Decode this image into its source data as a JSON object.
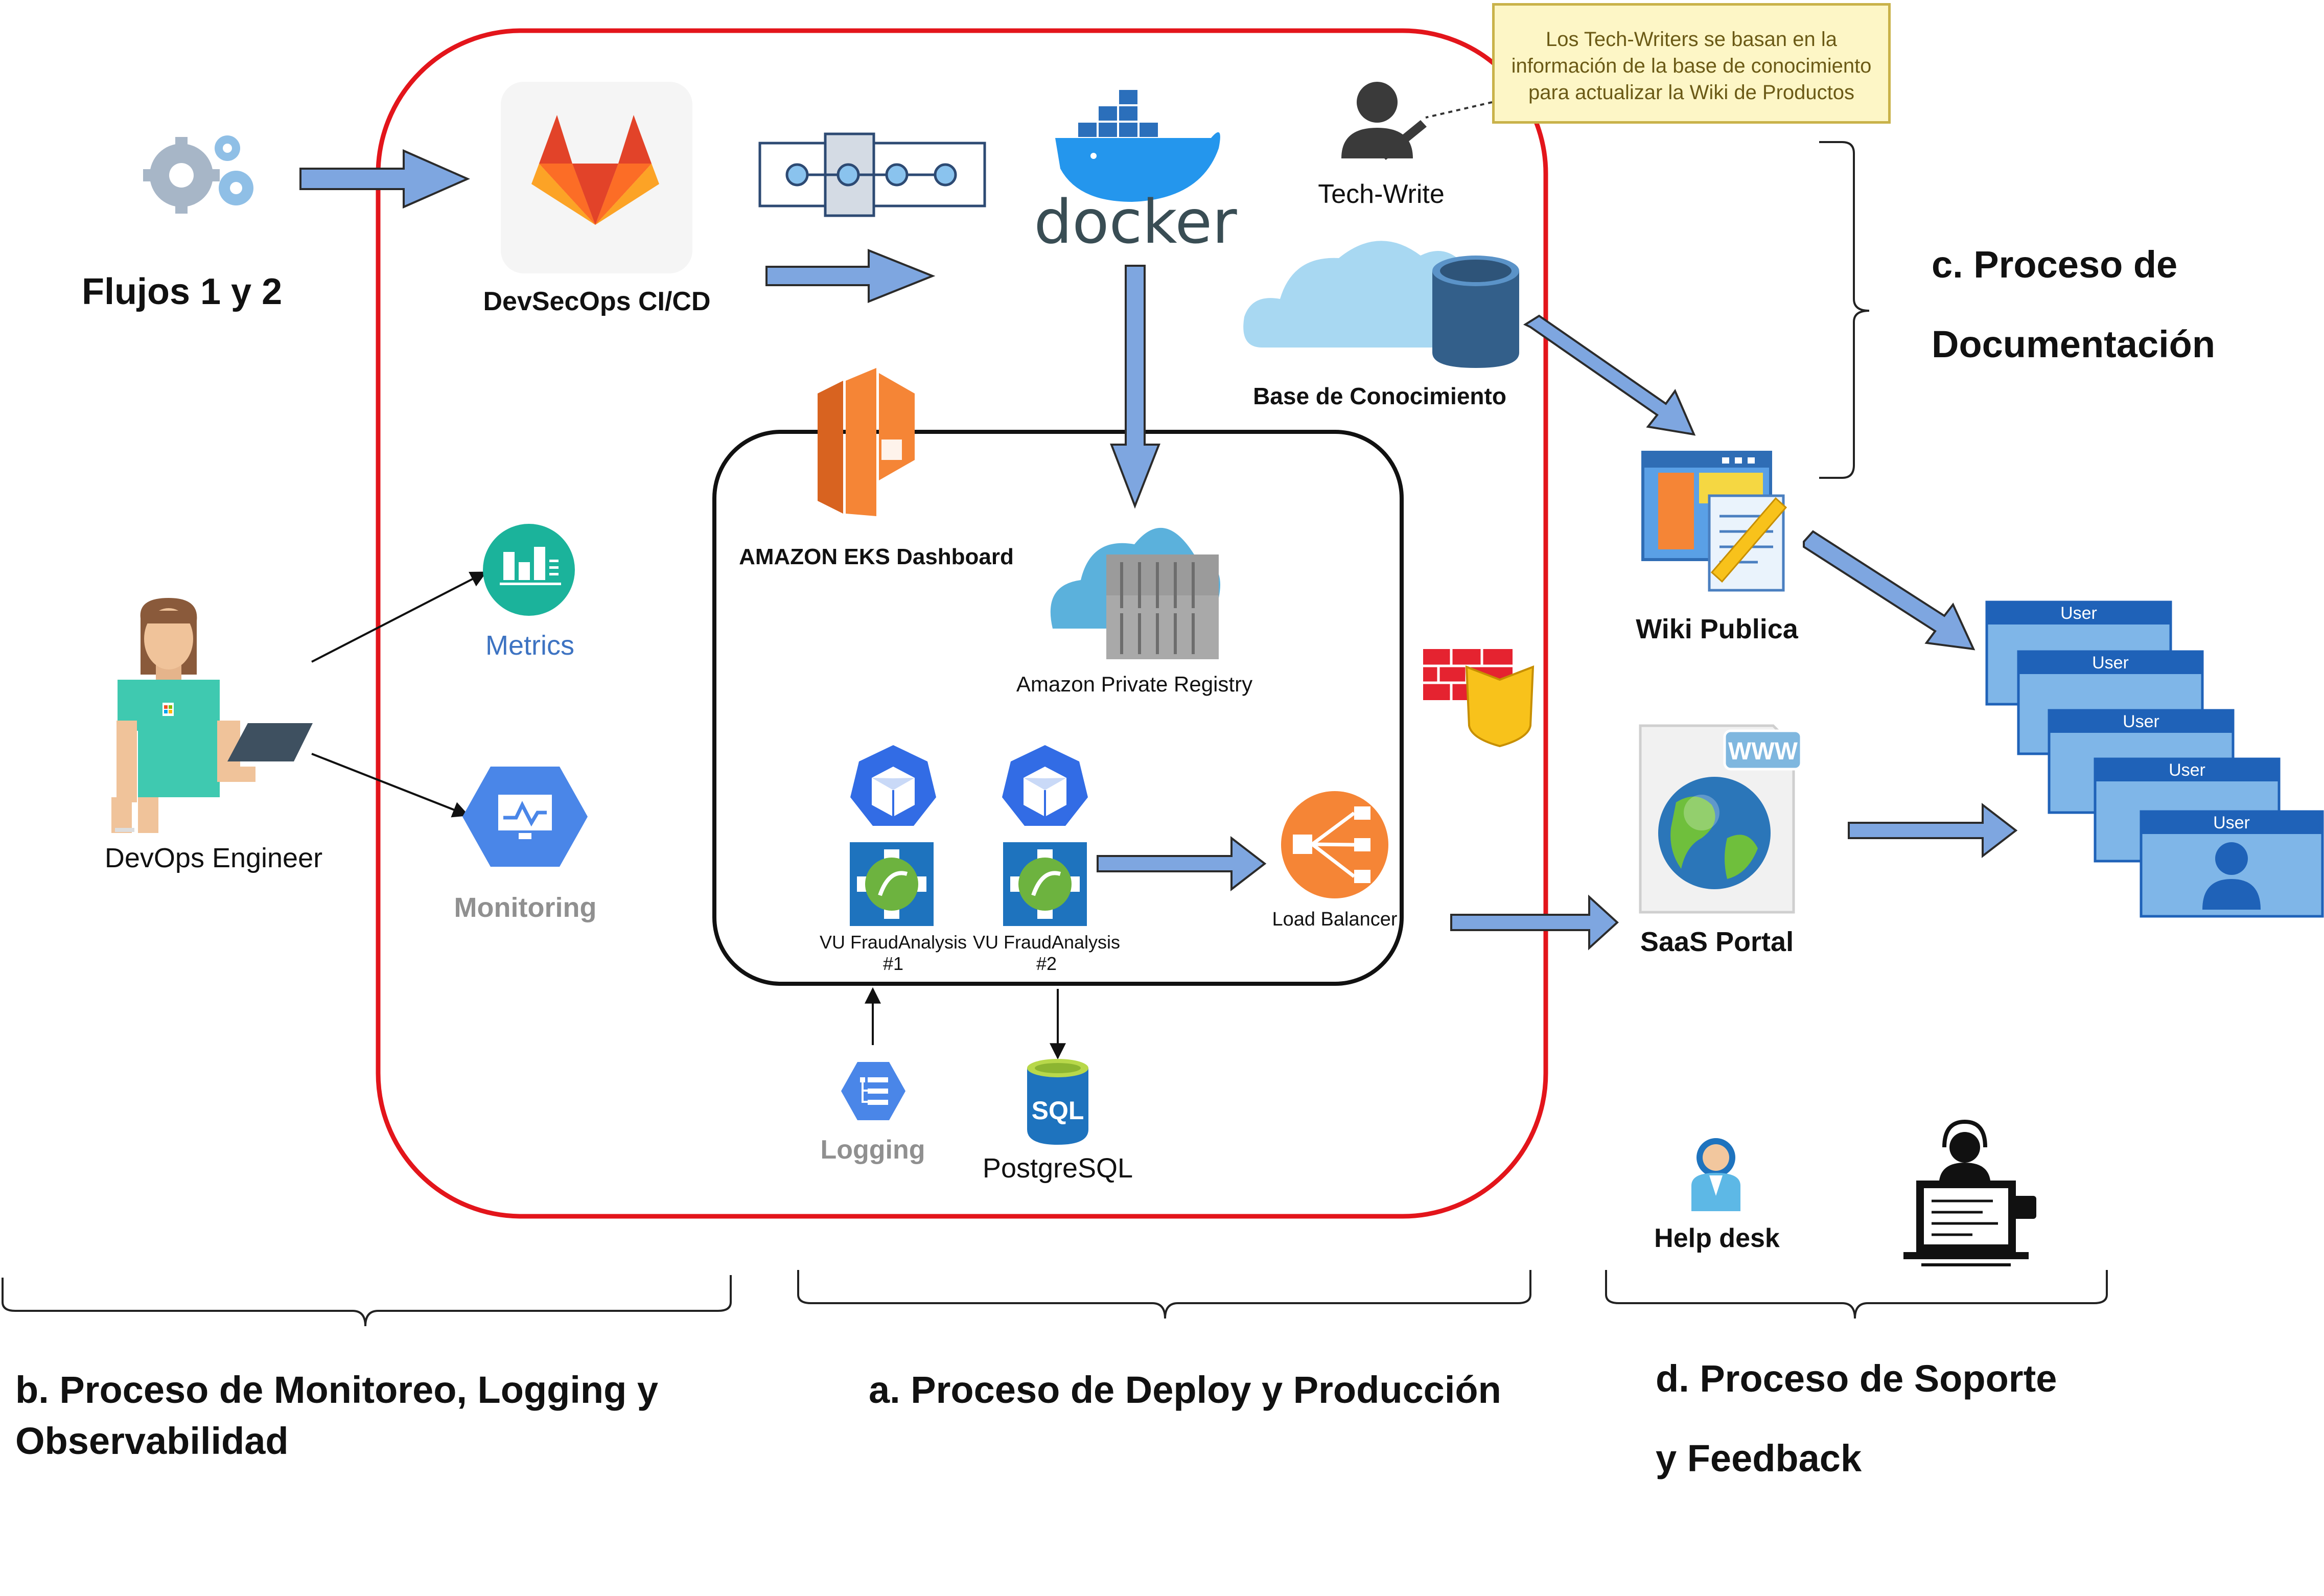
{
  "labels": {
    "flujos": "Flujos 1 y 2",
    "devsecops": "DevSecOps CI/CD",
    "tech_write": "Tech-Write",
    "note": "Los Tech-Writers se basan en la\ninformación de la base de conocimiento\npara actualizar la Wiki de Productos",
    "base_conocimiento": "Base de Conocimiento",
    "eks": "AMAZON EKS Dashboard",
    "registry": "Amazon Private Registry",
    "metrics": "Metrics",
    "monitoring": "Monitoring",
    "devops": "DevOps Engineer",
    "fraud1": "VU FraudAnalysis\n#1",
    "fraud2": "VU FraudAnalysis\n#2",
    "load_balancer": "Load Balancer",
    "logging": "Logging",
    "postgres": "PostgreSQL",
    "wiki": "Wiki Publica",
    "saas": "SaaS Portal",
    "helpdesk": "Help desk",
    "docker_word": "docker",
    "www": "WWW",
    "sql": "SQL",
    "user": "User"
  },
  "sections": {
    "b": "b. Proceso de Monitoreo, Logging y\nObservabilidad",
    "a": "a. Proceso de Deploy y Producción",
    "c": "c. Proceso de\nDocumentación",
    "d": "d. Proceso de Soporte\ny Feedback"
  },
  "colors": {
    "prod_border": "#e3151b",
    "arrow_fill": "#7ea6e0",
    "arrow_stroke": "#2b2b2b",
    "gitlab_orange": "#fc6d26",
    "aws_orange": "#f58536",
    "docker_blue": "#2496ed",
    "gcp_blue": "#4a86e8",
    "teal": "#1bb39b",
    "user_card": "#7fb6e8"
  },
  "icons": [
    "gears-icon",
    "gitlab-icon",
    "pipeline-icon",
    "docker-icon",
    "tech-writer-icon",
    "cloud-database-icon",
    "aws-eks-icon",
    "container-registry-icon",
    "metrics-icon",
    "monitoring-icon",
    "devops-engineer-icon",
    "kubernetes-pod-icon",
    "spring-service-icon",
    "load-balancer-icon",
    "firewall-shield-icon",
    "logging-icon",
    "sql-database-icon",
    "wiki-page-icon",
    "www-globe-icon",
    "user-card-icon",
    "help-desk-icon",
    "support-agent-icon"
  ]
}
